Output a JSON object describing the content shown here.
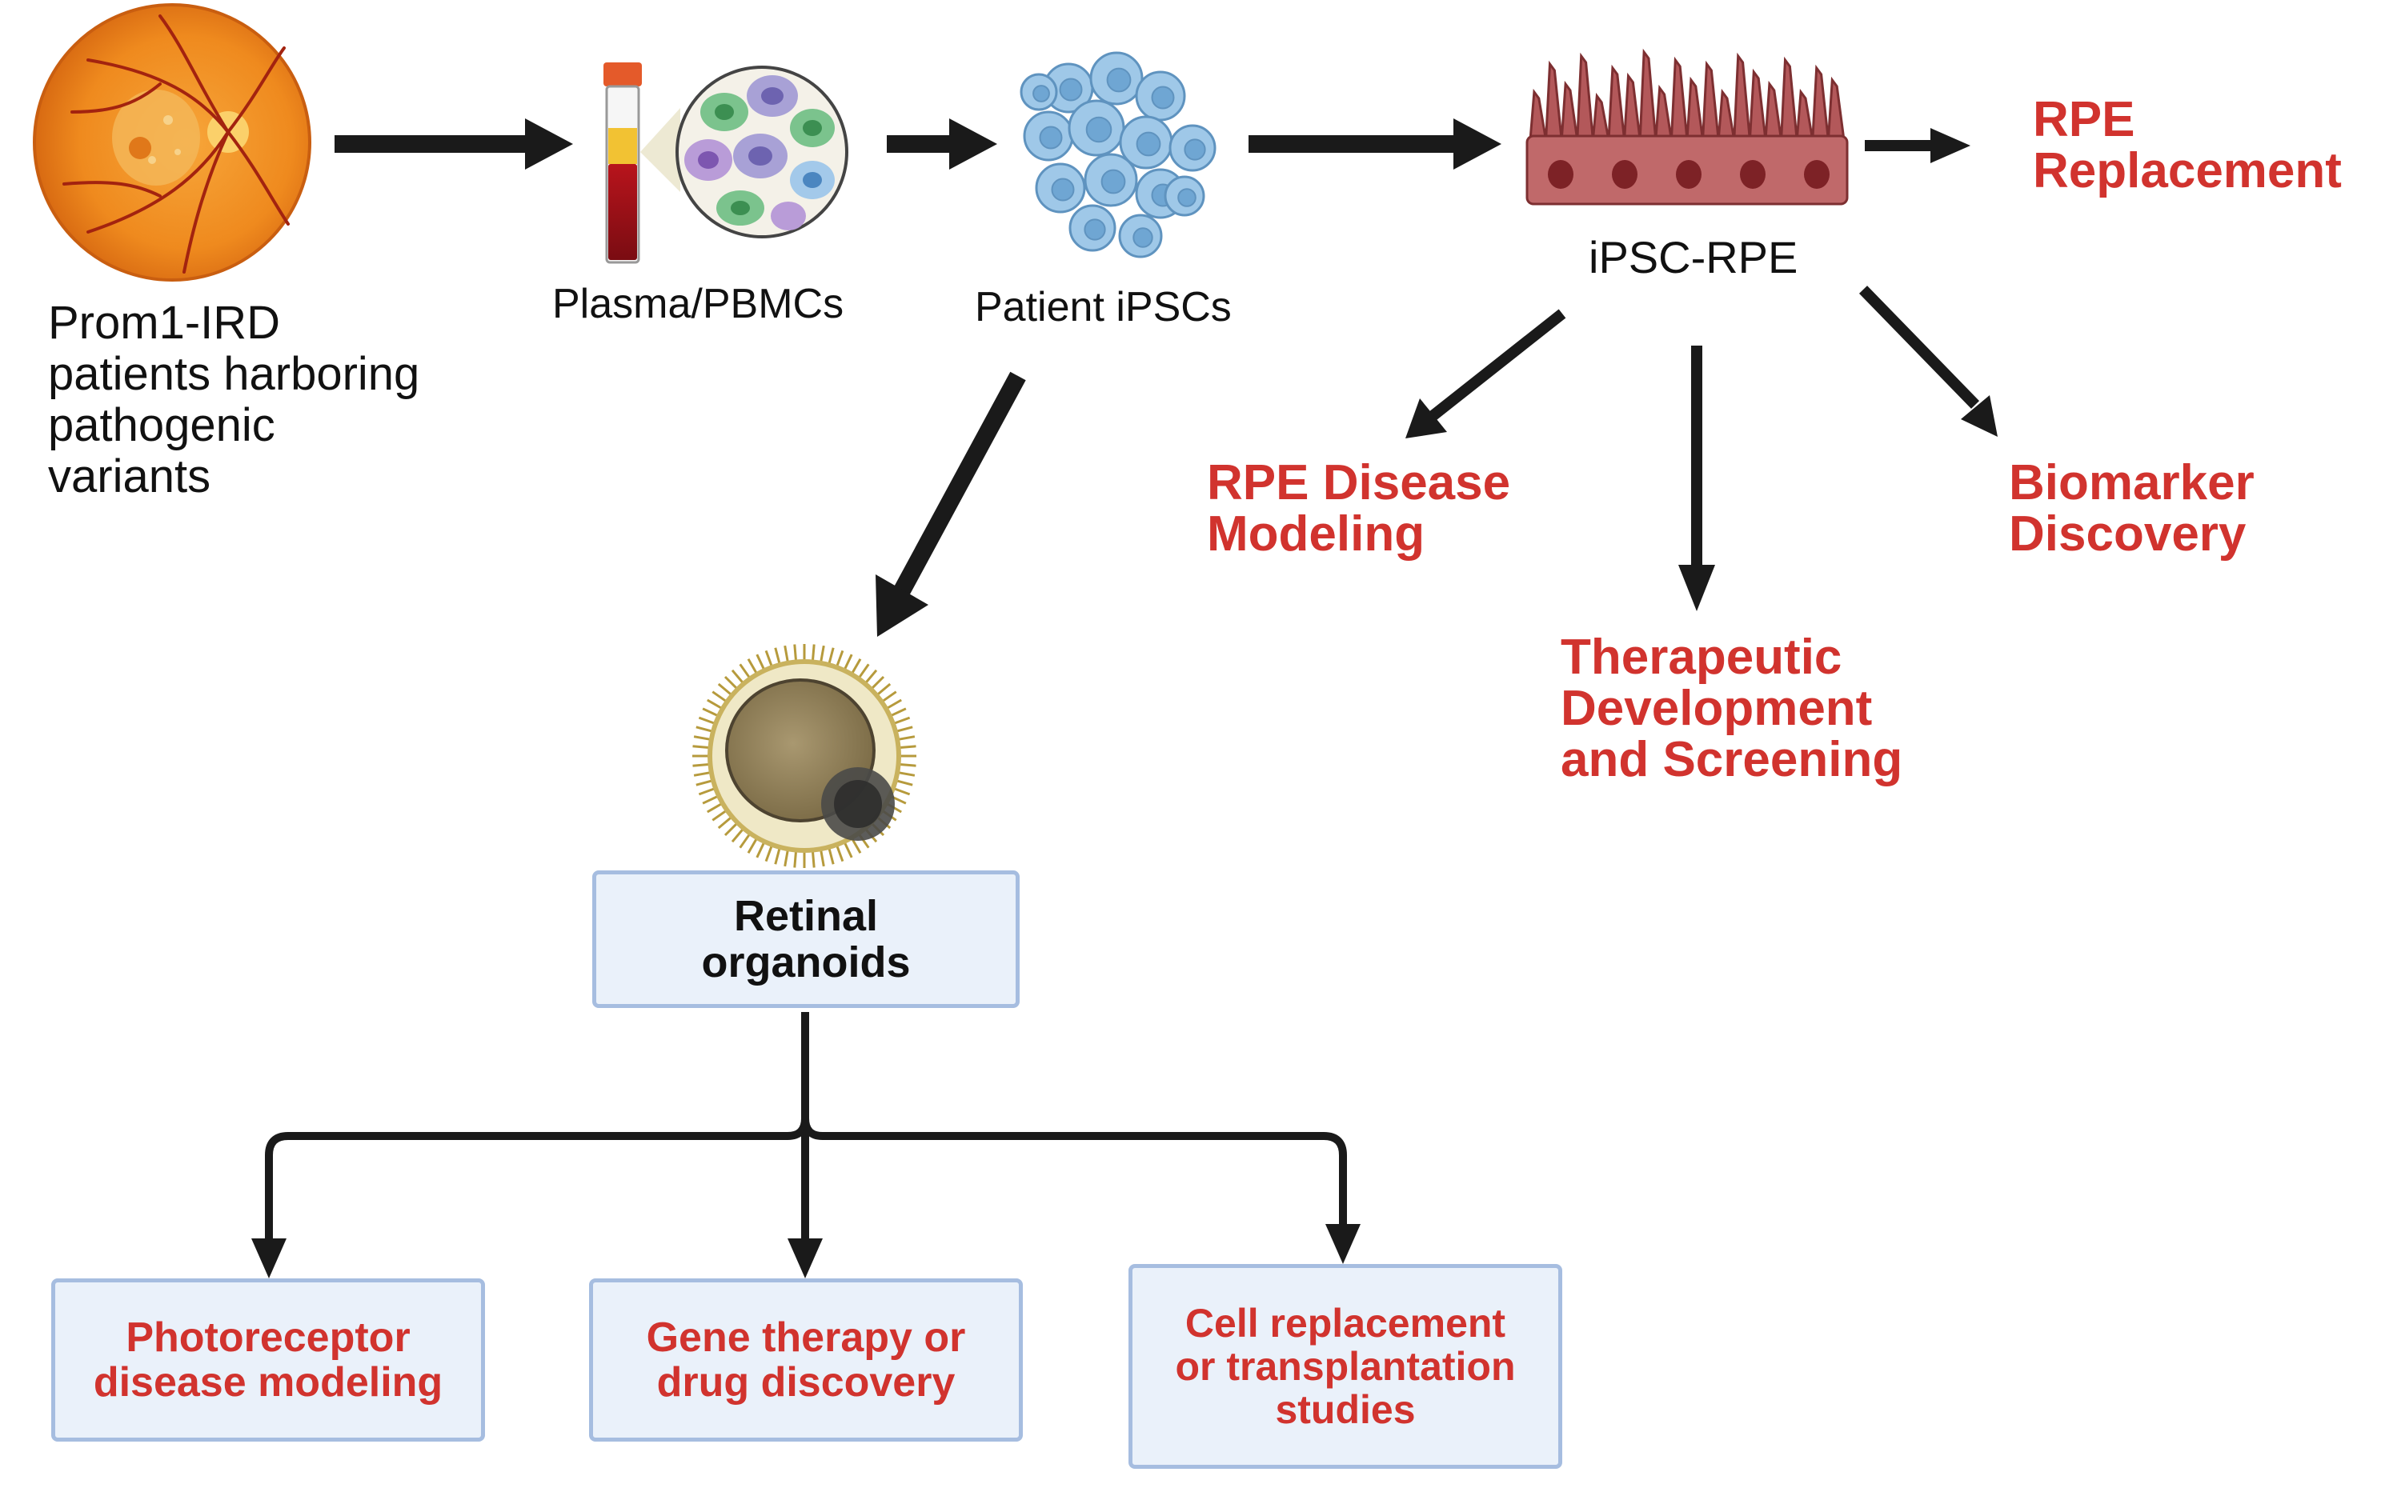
{
  "colors": {
    "accent_red": "#d1332e",
    "arrow": "#1a1a1a",
    "box_fill": "#eaf1fa",
    "box_border": "#a6bde0"
  },
  "icons": [
    "fundus-eye-icon",
    "blood-tube-icon",
    "pbmc-cells-icon",
    "ipsc-cluster-icon",
    "rpe-layer-icon",
    "retinal-organoid-icon"
  ],
  "labels": {
    "patients": [
      "Prom1-IRD",
      "patients harboring",
      "pathogenic",
      "variants"
    ],
    "plasma": "Plasma/PBMCs",
    "ipscs": "Patient iPSCs",
    "ipsc_rpe": "iPSC-RPE"
  },
  "outcomes": {
    "rpe_replacement": [
      "RPE",
      "Replacement"
    ],
    "rpe_disease_modeling": [
      "RPE Disease",
      "Modeling"
    ],
    "biomarker_discovery": [
      "Biomarker",
      "Discovery"
    ],
    "therapeutic": [
      "Therapeutic",
      "Development",
      "and Screening"
    ]
  },
  "organoid_box": [
    "Retinal",
    "organoids"
  ],
  "applications": {
    "photoreceptor": [
      "Photoreceptor",
      "disease modeling"
    ],
    "gene_therapy": [
      "Gene therapy or",
      "drug discovery"
    ],
    "cell_replacement": [
      "Cell replacement",
      "or transplantation",
      "studies"
    ]
  }
}
